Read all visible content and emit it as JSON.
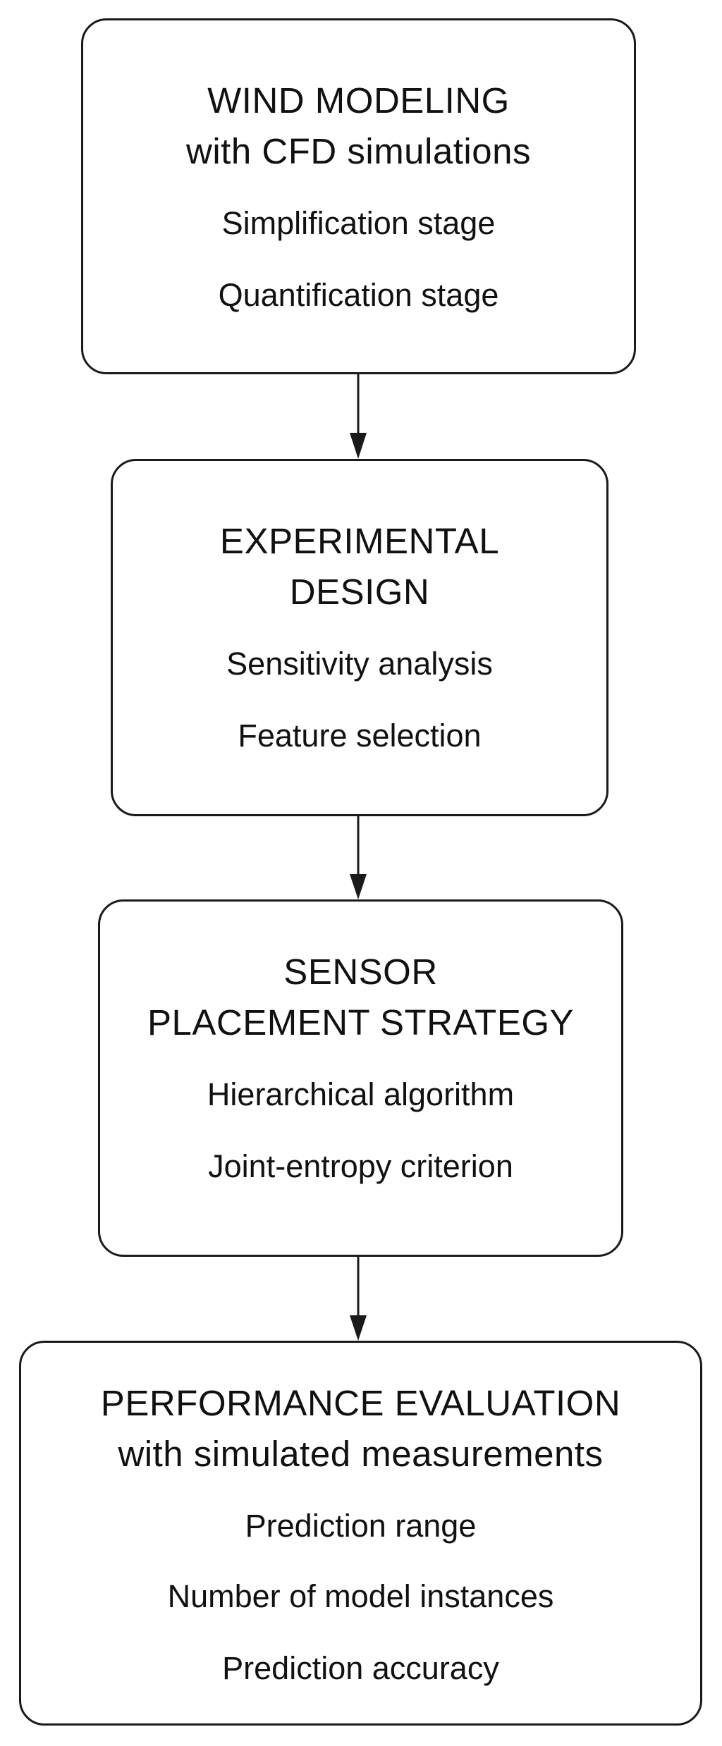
{
  "steps": [
    {
      "title": [
        "WIND MODELING",
        "with CFD simulations"
      ],
      "items": [
        "Simplification stage",
        "Quantification stage"
      ]
    },
    {
      "title": [
        "EXPERIMENTAL",
        "DESIGN"
      ],
      "items": [
        "Sensitivity analysis",
        "Feature selection"
      ]
    },
    {
      "title": [
        "SENSOR",
        "PLACEMENT STRATEGY"
      ],
      "items": [
        "Hierarchical algorithm",
        "Joint-entropy criterion"
      ]
    },
    {
      "title": [
        "PERFORMANCE EVALUATION",
        "with simulated measurements"
      ],
      "items": [
        "Prediction range",
        "Number of model instances",
        "Prediction accuracy"
      ]
    }
  ],
  "colors": {
    "stroke": "#1a1a1a",
    "text": "#111111",
    "background": "#ffffff"
  }
}
